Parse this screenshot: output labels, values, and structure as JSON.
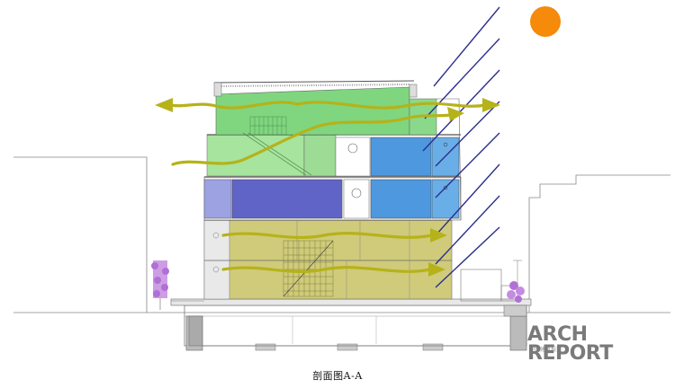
{
  "caption": "剖面图A-A",
  "watermark": {
    "line1": "ARCH",
    "line2": "REPORT",
    "cn": "中国建筑报道"
  },
  "colors": {
    "sun": "#f58a0b",
    "sun_rays": "#2c2f8c",
    "airflow": "#b6b21a",
    "green_zone": "#7fd67f",
    "light_green_zone": "#a8e6a0",
    "blue_zone": "#4f9be0",
    "purple_zone": "#5f63c9",
    "olive_zone": "#c9c45e",
    "lines": "#555555",
    "plants": "#b87fd9"
  },
  "icons": [
    "sun-icon",
    "plant-icon"
  ]
}
